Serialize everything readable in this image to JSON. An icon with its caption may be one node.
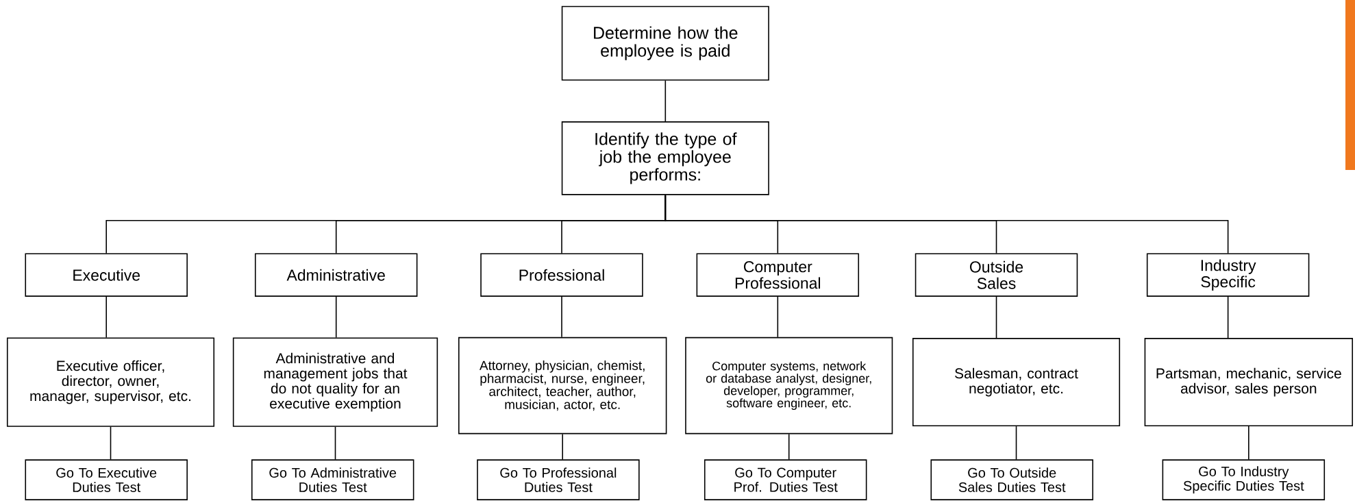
{
  "diagram": {
    "nodes": [
      {
        "text": [
          "Determine how the employee is paid"
        ]
      },
      {
        "text": [
          "Identify the type of job the employee performs:"
        ]
      },
      {
        "text": [
          "Executive"
        ]
      },
      {
        "text": [
          "Administrative"
        ]
      },
      {
        "text": [
          "Professional"
        ]
      },
      {
        "text": [
          "Computer Professional"
        ]
      },
      {
        "text": [
          "Outside Sales"
        ]
      },
      {
        "text": [
          "Industry Specific"
        ]
      },
      {
        "text": [
          "Executive officer, director, owner, manager, supervisor, etc."
        ]
      },
      {
        "text": [
          "Administrative and management jobs that do not quality for an executive exemption"
        ]
      },
      {
        "text": [
          "Attorney, physician, chemist, pharmacist, nurse, engineer, architect, teacher, author, musician, actor, etc."
        ]
      },
      {
        "text": [
          "Computer systems, network or database analyst, designer, developer, programmer, software engineer, etc."
        ]
      },
      {
        "text": [
          "Salesman, contract negotiator, etc."
        ]
      },
      {
        "text": [
          "Partsman, mechanic, service advisor, sales person"
        ]
      },
      {
        "text": [
          "Go To Executive Duties Test"
        ]
      },
      {
        "text": [
          "Go To Administrative Duties Test"
        ]
      },
      {
        "text": [
          "Go To Professional Duties Test"
        ]
      },
      {
        "text": [
          "Go To Computer Prof. Duties Test"
        ]
      },
      {
        "text": [
          "Go To Outside Sales Duties Test"
        ]
      },
      {
        "text": [
          "Go To Industry Specific Duties Test"
        ]
      },
      {
        "text": [],
        "shape": "bar"
      }
    ],
    "edges": [
      {
        "from": 0,
        "to": 1,
        "arrow": "none"
      },
      {
        "from": 1,
        "to": 2,
        "arrow": "none"
      },
      {
        "from": 1,
        "to": 3,
        "arrow": "none"
      },
      {
        "from": 1,
        "to": 4,
        "arrow": "none"
      },
      {
        "from": 1,
        "to": 5,
        "arrow": "none"
      },
      {
        "from": 1,
        "to": 6,
        "arrow": "none"
      },
      {
        "from": 1,
        "to": 7,
        "arrow": "none"
      },
      {
        "from": 2,
        "to": 8,
        "arrow": "none"
      },
      {
        "from": 3,
        "to": 9,
        "arrow": "none"
      },
      {
        "from": 4,
        "to": 10,
        "arrow": "none"
      },
      {
        "from": 5,
        "to": 11,
        "arrow": "none"
      },
      {
        "from": 6,
        "to": 12,
        "arrow": "none"
      },
      {
        "from": 7,
        "to": 13,
        "arrow": "none"
      },
      {
        "from": 8,
        "to": 14,
        "arrow": "none"
      },
      {
        "from": 9,
        "to": 15,
        "arrow": "none"
      },
      {
        "from": 10,
        "to": 16,
        "arrow": "none"
      },
      {
        "from": 11,
        "to": 17,
        "arrow": "none"
      },
      {
        "from": 12,
        "to": 18,
        "arrow": "none"
      },
      {
        "from": 13,
        "to": 19,
        "arrow": "none"
      }
    ]
  }
}
